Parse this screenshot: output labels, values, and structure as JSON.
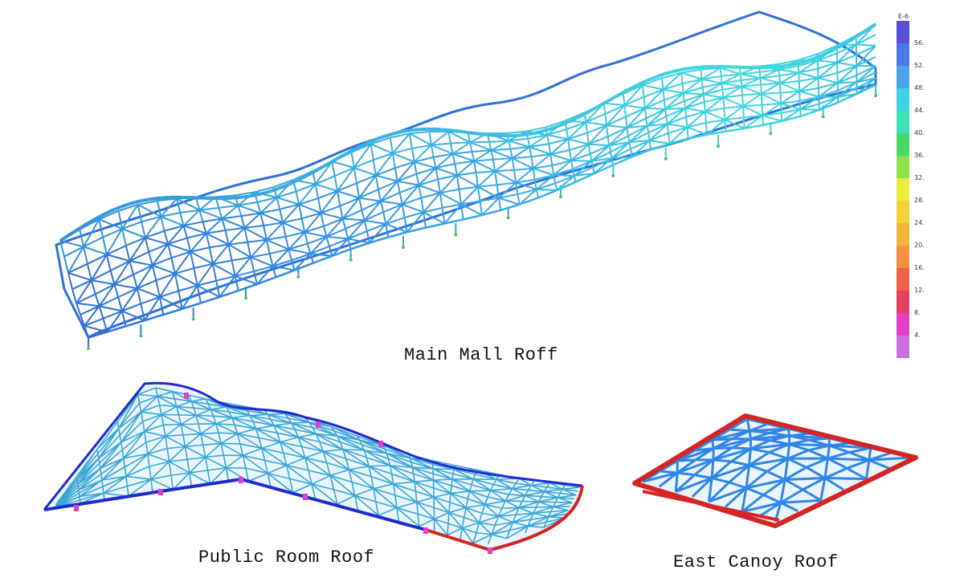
{
  "captions": {
    "main": "Main Mall Roff",
    "public": "Public Room Roof",
    "east": "East Canoy Roof"
  },
  "legend": {
    "exponent": "E-6",
    "labels": [
      "56.",
      "52.",
      "48.",
      "44.",
      "40.",
      "36.",
      "32.",
      "28.",
      "24.",
      "20.",
      "16.",
      "12.",
      "8.",
      "4."
    ],
    "colors": [
      "#5a4fd6",
      "#4d78e8",
      "#4aa4ec",
      "#3fd1e8",
      "#3ee0b8",
      "#4ad86a",
      "#8fe04a",
      "#e8ee3c",
      "#f4d23a",
      "#f4b43a",
      "#f49040",
      "#ee6048",
      "#e84060",
      "#e040c8",
      "#cc70e0"
    ]
  },
  "colors": {
    "mall_low": "#2f6fd8",
    "mall_mid": "#3aa8e6",
    "mall_high": "#40e0dc",
    "public_frame": "#1e2ad0",
    "public_mesh": "#3aa6d6",
    "east_frame": "#d42424",
    "east_mesh": "#2f86e6",
    "support": "#e040c8",
    "support_green": "#4cc060"
  }
}
